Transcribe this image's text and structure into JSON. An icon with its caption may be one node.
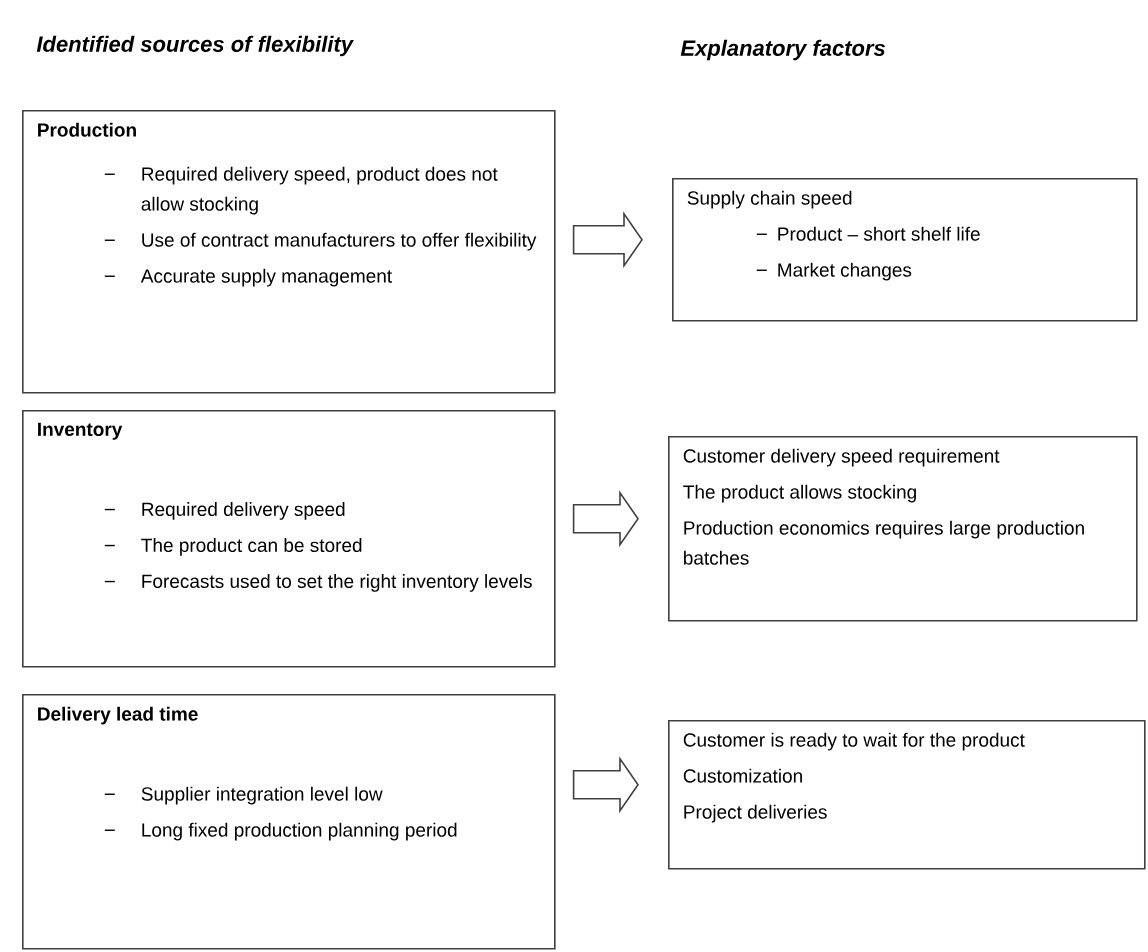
{
  "diagram": {
    "nodes": [
      {
        "text": [
          "Production",
          "Required delivery speed, product does not allow stocking",
          "Use of contract manufacturers to offer flexibility",
          "Accurate supply management"
        ]
      },
      {
        "text": [
          "Supply chain speed",
          "Product – short shelf life",
          "Market changes"
        ]
      },
      {
        "text": [
          "Inventory",
          "Required delivery speed",
          "The product can be stored",
          "Forecasts used to set the right inventory levels"
        ]
      },
      {
        "text": [
          "Customer delivery speed requirement",
          "The product allows stocking",
          "Production economics requires large production batches"
        ]
      },
      {
        "text": [
          "Delivery lead time",
          "Supplier integration level low",
          "Long fixed production planning period"
        ]
      },
      {
        "text": [
          "Customer is ready to wait for the product",
          "Customization",
          "Project deliveries"
        ]
      }
    ],
    "edges": [
      {
        "from": 0,
        "to": 1,
        "arrow": "to"
      },
      {
        "from": 2,
        "to": 3,
        "arrow": "to"
      },
      {
        "from": 4,
        "to": 5,
        "arrow": "to"
      }
    ],
    "labels": [
      "Identified sources of flexibility",
      "Explanatory factors"
    ]
  }
}
